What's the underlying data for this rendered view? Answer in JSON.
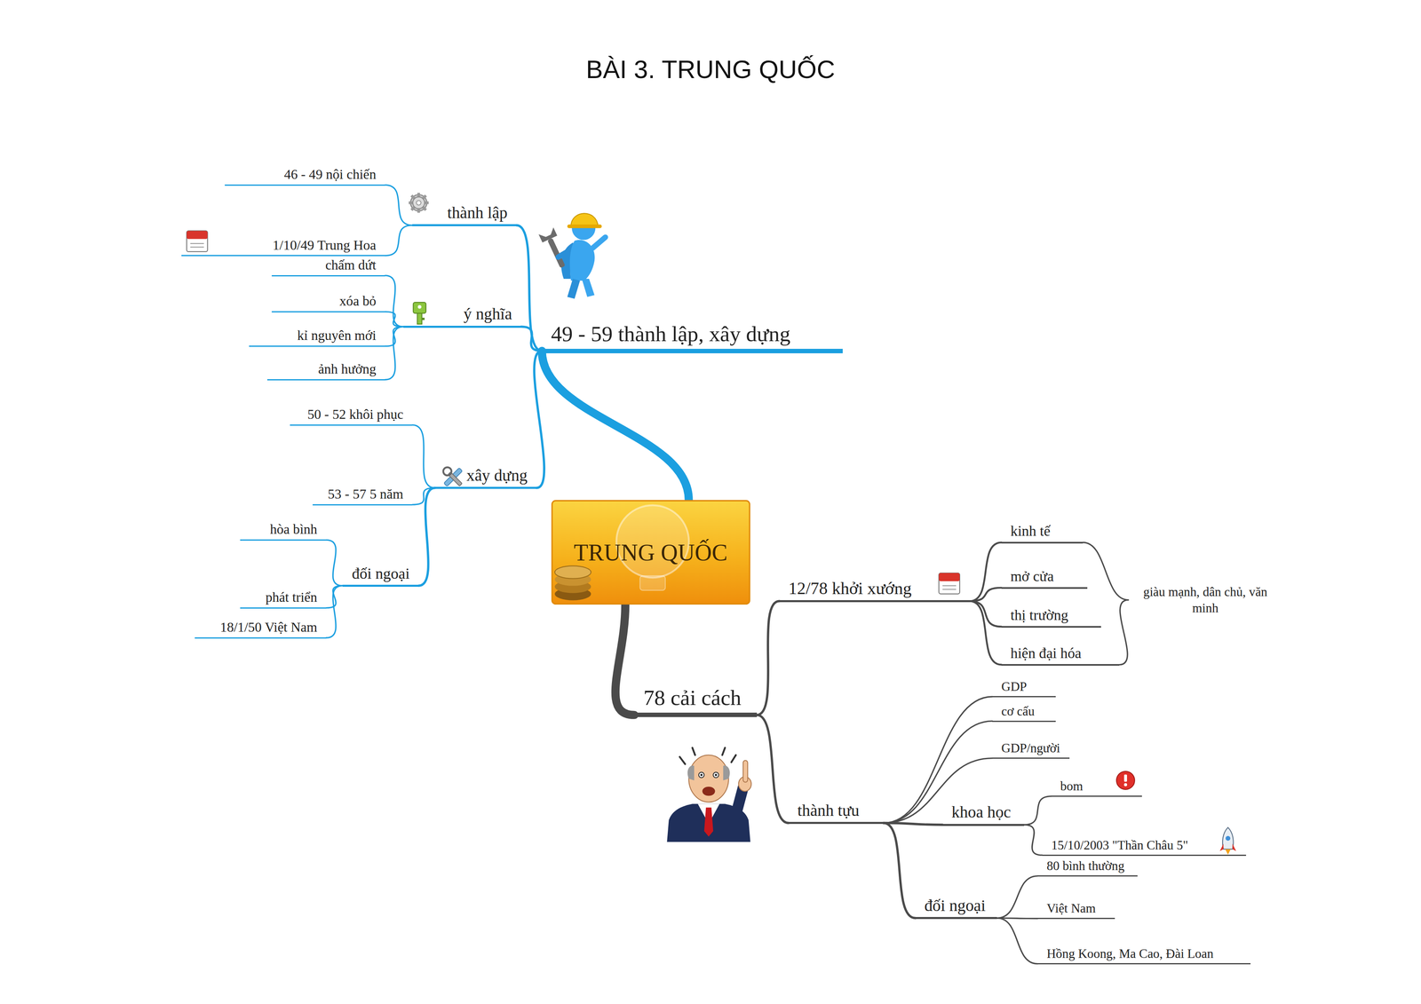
{
  "diagram": {
    "title": "BÀI 3. TRUNG QUỐC",
    "nodes": [
      {
        "text": [
          "TRUNG QUỐC"
        ]
      },
      {
        "text": [
          "49 - 59 thành lập, xây dựng"
        ]
      },
      {
        "text": [
          "thành lập"
        ]
      },
      {
        "text": [
          "46 - 49 nội chiến"
        ]
      },
      {
        "text": [
          "1/10/49 Trung Hoa"
        ]
      },
      {
        "text": [
          "ý nghĩa"
        ]
      },
      {
        "text": [
          "chấm dứt"
        ]
      },
      {
        "text": [
          "xóa bỏ"
        ]
      },
      {
        "text": [
          "kỉ nguyên mới"
        ]
      },
      {
        "text": [
          "ảnh hưởng"
        ]
      },
      {
        "text": [
          "xây dựng"
        ]
      },
      {
        "text": [
          "50 - 52 khôi phục"
        ]
      },
      {
        "text": [
          "53 - 57 5 năm"
        ]
      },
      {
        "text": [
          "đối ngoại"
        ]
      },
      {
        "text": [
          "hòa bình"
        ]
      },
      {
        "text": [
          "phát triển"
        ]
      },
      {
        "text": [
          "18/1/50 Việt Nam"
        ]
      },
      {
        "text": [
          "78 cải cách"
        ]
      },
      {
        "text": [
          "12/78 khởi xướng"
        ]
      },
      {
        "text": [
          "kinh tế"
        ]
      },
      {
        "text": [
          "mở cửa"
        ]
      },
      {
        "text": [
          "thị trường"
        ]
      },
      {
        "text": [
          "hiện đại hóa"
        ]
      },
      {
        "text": [
          "giàu mạnh, dân chủ, văn minh"
        ]
      },
      {
        "text": [
          "thành tựu"
        ]
      },
      {
        "text": [
          "GDP"
        ]
      },
      {
        "text": [
          "cơ cấu"
        ]
      },
      {
        "text": [
          "GDP/người"
        ]
      },
      {
        "text": [
          "khoa học"
        ]
      },
      {
        "text": [
          "bom"
        ]
      },
      {
        "text": [
          "15/10/2003 \"Thần Châu 5\""
        ]
      },
      {
        "text": [
          "đối ngoại"
        ]
      },
      {
        "text": [
          "80 bình thường"
        ]
      },
      {
        "text": [
          "Việt Nam"
        ]
      },
      {
        "text": [
          "Hồng Koong, Ma Cao, Đài Loan"
        ]
      }
    ],
    "edges": [
      {
        "from": 0,
        "to": 1,
        "arrow": "none"
      },
      {
        "from": 1,
        "to": 2,
        "arrow": "none"
      },
      {
        "from": 2,
        "to": 3,
        "arrow": "none"
      },
      {
        "from": 2,
        "to": 4,
        "arrow": "none"
      },
      {
        "from": 1,
        "to": 5,
        "arrow": "none"
      },
      {
        "from": 5,
        "to": 6,
        "arrow": "none"
      },
      {
        "from": 5,
        "to": 7,
        "arrow": "none"
      },
      {
        "from": 5,
        "to": 8,
        "arrow": "none"
      },
      {
        "from": 5,
        "to": 9,
        "arrow": "none"
      },
      {
        "from": 1,
        "to": 10,
        "arrow": "none"
      },
      {
        "from": 10,
        "to": 11,
        "arrow": "none"
      },
      {
        "from": 10,
        "to": 12,
        "arrow": "none"
      },
      {
        "from": 10,
        "to": 13,
        "arrow": "none"
      },
      {
        "from": 13,
        "to": 14,
        "arrow": "none"
      },
      {
        "from": 13,
        "to": 15,
        "arrow": "none"
      },
      {
        "from": 13,
        "to": 16,
        "arrow": "none"
      },
      {
        "from": 0,
        "to": 17,
        "arrow": "none"
      },
      {
        "from": 17,
        "to": 18,
        "arrow": "none"
      },
      {
        "from": 18,
        "to": 19,
        "arrow": "none"
      },
      {
        "from": 18,
        "to": 20,
        "arrow": "none"
      },
      {
        "from": 18,
        "to": 21,
        "arrow": "none"
      },
      {
        "from": 18,
        "to": 22,
        "arrow": "none"
      },
      {
        "from": 19,
        "to": 23,
        "arrow": "none"
      },
      {
        "from": 22,
        "to": 23,
        "arrow": "none"
      },
      {
        "from": 17,
        "to": 24,
        "arrow": "none"
      },
      {
        "from": 24,
        "to": 25,
        "arrow": "none"
      },
      {
        "from": 24,
        "to": 26,
        "arrow": "none"
      },
      {
        "from": 24,
        "to": 27,
        "arrow": "none"
      },
      {
        "from": 24,
        "to": 28,
        "arrow": "none"
      },
      {
        "from": 28,
        "to": 29,
        "arrow": "none"
      },
      {
        "from": 28,
        "to": 30,
        "arrow": "none"
      },
      {
        "from": 24,
        "to": 31,
        "arrow": "none"
      },
      {
        "from": 31,
        "to": 32,
        "arrow": "none"
      },
      {
        "from": 31,
        "to": 33,
        "arrow": "none"
      },
      {
        "from": 31,
        "to": 34,
        "arrow": "none"
      }
    ]
  }
}
